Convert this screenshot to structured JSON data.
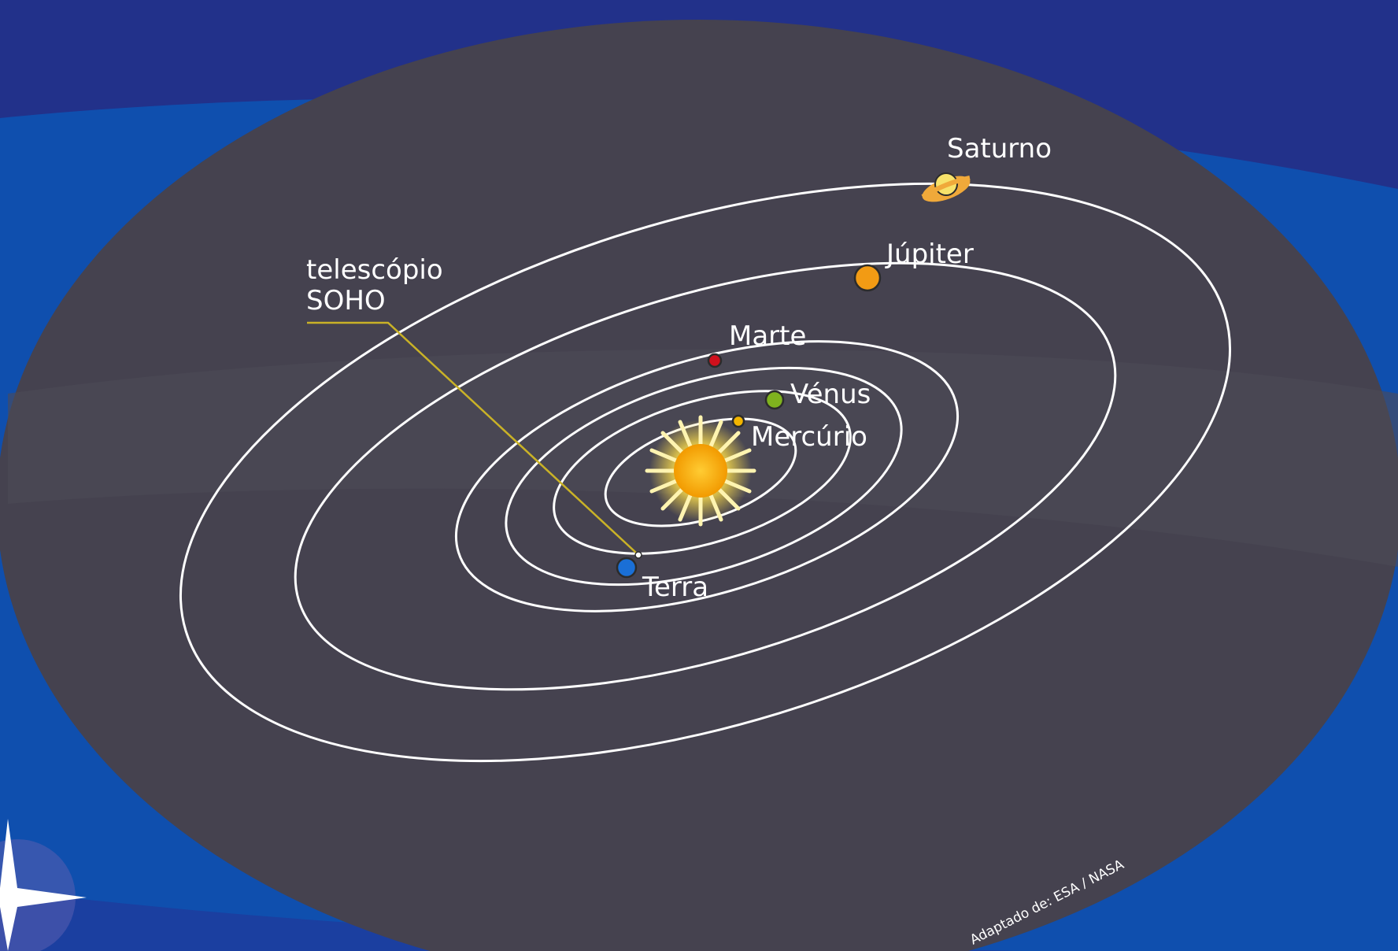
{
  "colors": {
    "background_top": "#22318a",
    "background_band": "#0f4fae",
    "disc": "#45424f",
    "orbit": "#ffffff",
    "pointer_line": "#c9b227",
    "sun_core": "#f6a500",
    "sun_glow": "#fff2a0"
  },
  "labels": {
    "telescope_line1": "telescópio",
    "telescope_line2": "SOHO",
    "saturn": "Saturno",
    "jupiter": "Júpiter",
    "mars": "Marte",
    "venus": "Vénus",
    "mercury": "Mercúrio",
    "earth": "Terra",
    "credit": "Adaptado de: ESA / NASA"
  },
  "bodies": {
    "sun": "#f6a500",
    "mercury": "#f2b400",
    "venus": "#7fb21e",
    "earth": "#1a6fd6",
    "mars": "#d0101c",
    "jupiter": "#f29b14",
    "saturn": "#f4c23a",
    "soho": "#ffffff"
  },
  "icons": {
    "corner_star": "four-point-star-icon"
  }
}
